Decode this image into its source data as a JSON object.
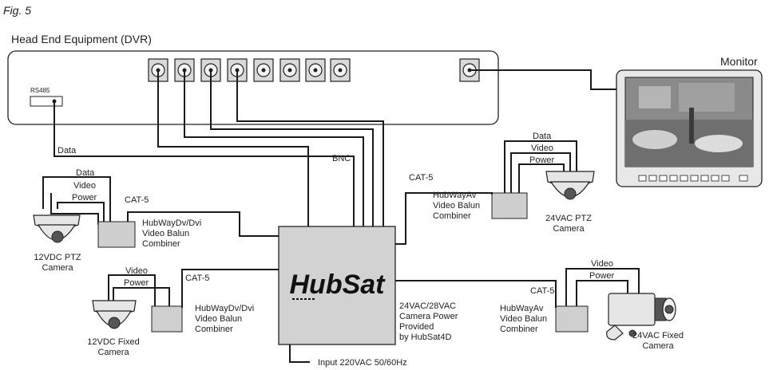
{
  "figure_label": "Fig. 5",
  "dvr": {
    "title": "Head End Equipment (DVR)",
    "rs485_label": "RS485"
  },
  "monitor": {
    "label": "Monitor"
  },
  "hub": {
    "logo_text": "HubSat",
    "power_note": [
      "24VAC/28VAC",
      "Camera Power",
      "Provided",
      "by HubSat4D"
    ],
    "input_label": "Input 220VAC 50/60Hz"
  },
  "wire_labels": {
    "data": "Data",
    "bnc": "BNC"
  },
  "cameras": {
    "ptz_12vdc": {
      "name": [
        "12VDC PTZ",
        "Camera"
      ],
      "wires": [
        "Data",
        "Video",
        "Power"
      ],
      "link": "CAT-5",
      "balun": [
        "HubWayDv/Dvi",
        "Video Balun",
        "Combiner"
      ]
    },
    "fixed_12vdc": {
      "name": [
        "12VDC Fixed",
        "Camera"
      ],
      "wires": [
        "Video",
        "Power"
      ],
      "link": "CAT-5",
      "balun": [
        "HubWayDv/Dvi",
        "Video Balun",
        "Combiner"
      ]
    },
    "ptz_24vac": {
      "name": [
        "24VAC PTZ",
        "Camera"
      ],
      "wires": [
        "Data",
        "Video",
        "Power"
      ],
      "link": "CAT-5",
      "balun": [
        "HubWayAv",
        "Video Balun",
        "Combiner"
      ]
    },
    "fixed_24vac": {
      "name": [
        "24VAC Fixed",
        "Camera"
      ],
      "wires": [
        "Video",
        "Power"
      ],
      "link": "CAT-5",
      "balun": [
        "HubWayAv",
        "Video Balun",
        "Combiner"
      ]
    }
  }
}
